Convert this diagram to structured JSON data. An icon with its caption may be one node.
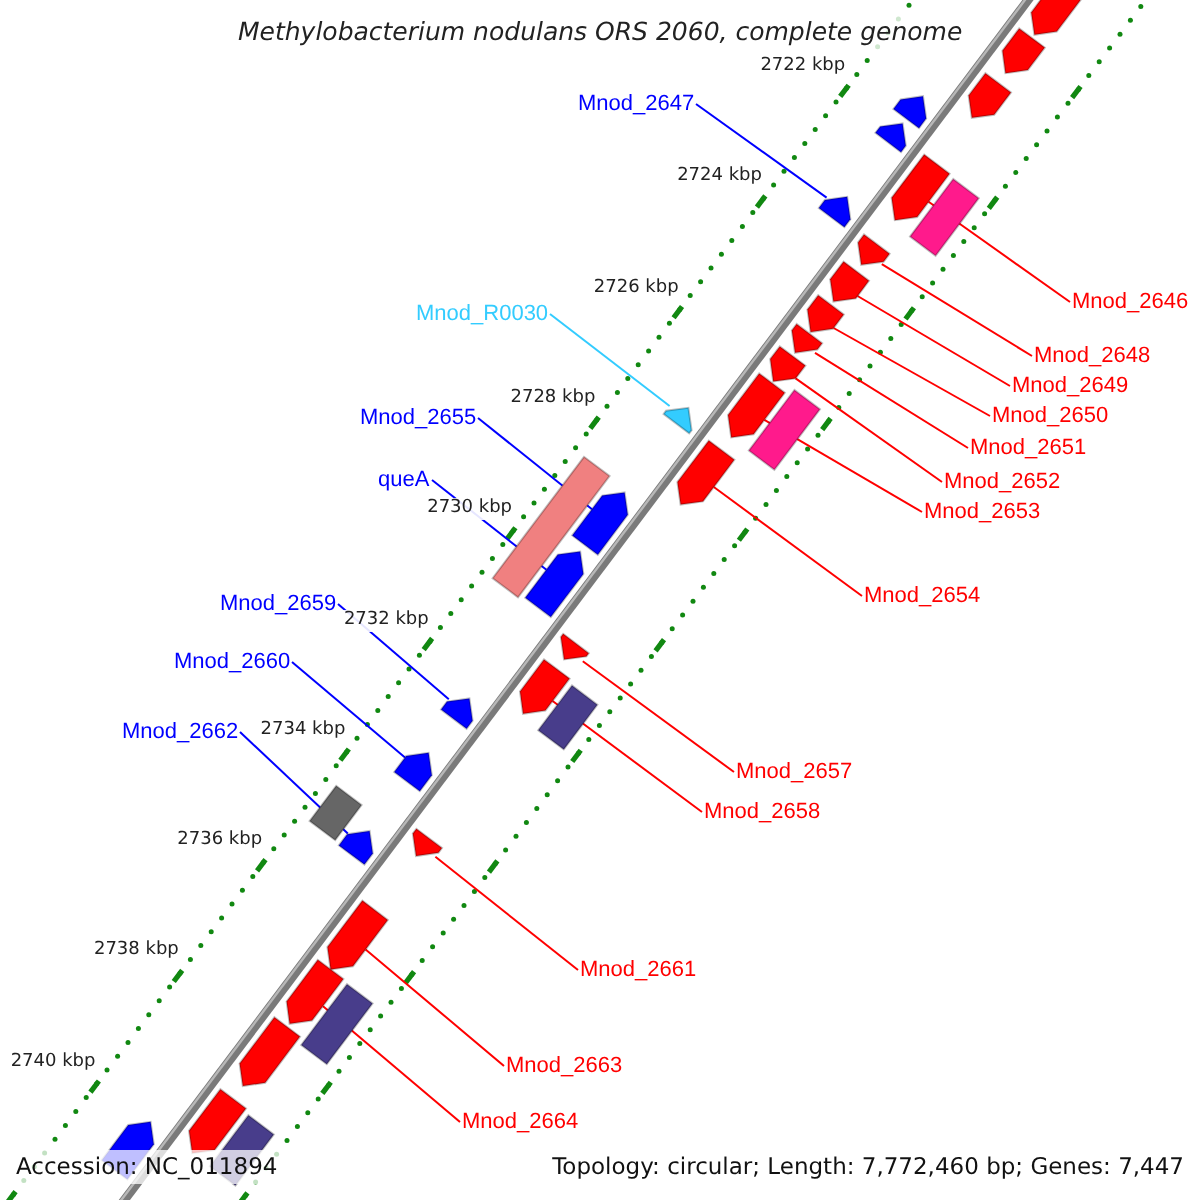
{
  "diagram": {
    "title": "Methylobacterium nodulans ORS 2060, complete genome",
    "nodes": [
      {
        "text": [
          "Mnod_2647"
        ]
      },
      {
        "text": [
          "Mnod_2646"
        ]
      },
      {
        "text": [
          "Mnod_R0030"
        ]
      },
      {
        "text": [
          "Mnod_2648"
        ]
      },
      {
        "text": [
          "Mnod_2649"
        ]
      },
      {
        "text": [
          "Mnod_2650"
        ]
      },
      {
        "text": [
          "Mnod_2655"
        ]
      },
      {
        "text": [
          "Mnod_2651"
        ]
      },
      {
        "text": [
          "Mnod_2652"
        ]
      },
      {
        "text": [
          "queA"
        ]
      },
      {
        "text": [
          "Mnod_2653"
        ]
      },
      {
        "text": [
          "Mnod_2654"
        ]
      },
      {
        "text": [
          "Mnod_2659"
        ]
      },
      {
        "text": [
          "Mnod_2660"
        ]
      },
      {
        "text": [
          "Mnod_2662"
        ]
      },
      {
        "text": [
          "Mnod_2657"
        ]
      },
      {
        "text": [
          "Mnod_2658"
        ]
      },
      {
        "text": [
          "Mnod_2661"
        ]
      },
      {
        "text": [
          "Mnod_2663"
        ]
      },
      {
        "text": [
          "Mnod_2664"
        ]
      },
      {
        "text": [],
        "shape": "arrow"
      },
      {
        "text": [],
        "shape": "arrow"
      },
      {
        "text": [],
        "shape": "arrow"
      },
      {
        "text": [],
        "shape": "arrow"
      },
      {
        "text": [],
        "shape": "arrow"
      },
      {
        "text": [],
        "shape": "arrow"
      },
      {
        "text": [],
        "shape": "bar"
      },
      {
        "text": [],
        "shape": "arrow"
      },
      {
        "text": [],
        "shape": "arrow"
      },
      {
        "text": [],
        "shape": "arrow"
      },
      {
        "text": [],
        "shape": "arrow"
      },
      {
        "text": [],
        "shape": "arrow"
      },
      {
        "text": [],
        "shape": "arrow"
      },
      {
        "text": [],
        "shape": "arrow"
      },
      {
        "text": [],
        "shape": "bar"
      },
      {
        "text": [],
        "shape": "arrow"
      },
      {
        "text": [],
        "shape": "arrow"
      },
      {
        "text": [],
        "shape": "bar"
      },
      {
        "text": [],
        "shape": "arrow"
      },
      {
        "text": [],
        "shape": "arrow"
      },
      {
        "text": [],
        "shape": "arrow"
      },
      {
        "text": [],
        "shape": "arrow"
      },
      {
        "text": [],
        "shape": "bar"
      },
      {
        "text": [],
        "shape": "arrow"
      },
      {
        "text": [],
        "shape": "arrow"
      },
      {
        "text": [],
        "shape": "arrow"
      },
      {
        "text": [],
        "shape": "box"
      },
      {
        "text": [],
        "shape": "arrow"
      },
      {
        "text": [],
        "shape": "arrow"
      },
      {
        "text": [],
        "shape": "arrow"
      },
      {
        "text": [],
        "shape": "bar"
      },
      {
        "text": [],
        "shape": "arrow"
      },
      {
        "text": [],
        "shape": "arrow"
      },
      {
        "text": [],
        "shape": "bar"
      },
      {
        "text": [],
        "shape": "arrow"
      }
    ],
    "edges": [
      {
        "from": 0,
        "to": 27,
        "arrow": "none",
        "color": "#0000ff"
      },
      {
        "from": 1,
        "to": 25,
        "arrow": "none"
      },
      {
        "from": 2,
        "to": 35,
        "arrow": "none",
        "color": "#33ccff"
      },
      {
        "from": 3,
        "to": 28,
        "arrow": "none"
      },
      {
        "from": 4,
        "to": 29,
        "arrow": "none"
      },
      {
        "from": 5,
        "to": 30,
        "arrow": "none"
      },
      {
        "from": 6,
        "to": 38,
        "arrow": "none",
        "color": "#0000ff"
      },
      {
        "from": 7,
        "to": 31,
        "arrow": "none"
      },
      {
        "from": 8,
        "to": 32,
        "arrow": "none"
      },
      {
        "from": 9,
        "to": 39,
        "arrow": "none",
        "color": "#0000ff"
      },
      {
        "from": 10,
        "to": 33,
        "arrow": "none"
      },
      {
        "from": 11,
        "to": 36,
        "arrow": "none"
      },
      {
        "from": 12,
        "to": 43,
        "arrow": "none",
        "color": "#0000ff"
      },
      {
        "from": 13,
        "to": 44,
        "arrow": "none",
        "color": "#0000ff"
      },
      {
        "from": 14,
        "to": 47,
        "arrow": "none",
        "color": "#0000ff"
      },
      {
        "from": 15,
        "to": 40,
        "arrow": "none"
      },
      {
        "from": 16,
        "to": 41,
        "arrow": "none"
      },
      {
        "from": 17,
        "to": 45,
        "arrow": "none"
      },
      {
        "from": 18,
        "to": 48,
        "arrow": "none"
      },
      {
        "from": 19,
        "to": 49,
        "arrow": "none"
      }
    ],
    "labels": [
      "2722 kbp",
      "2724 kbp",
      "2726 kbp",
      "2728 kbp",
      "2730 kbp",
      "2732 kbp",
      "2734 kbp",
      "2736 kbp",
      "2738 kbp",
      "2740 kbp",
      "Accession: NC_011894",
      "Topology: circular; Length: 7,772,460 bp; Genes: 7,447"
    ]
  }
}
